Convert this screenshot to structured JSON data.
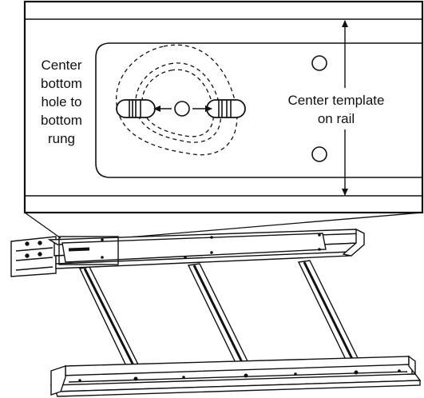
{
  "labels": {
    "left": [
      "Center",
      "bottom",
      "hole to",
      "bottom",
      "rung"
    ],
    "right": [
      "Center template",
      "on rail"
    ]
  },
  "colors": {
    "line": "#111111",
    "background": "#ffffff"
  }
}
